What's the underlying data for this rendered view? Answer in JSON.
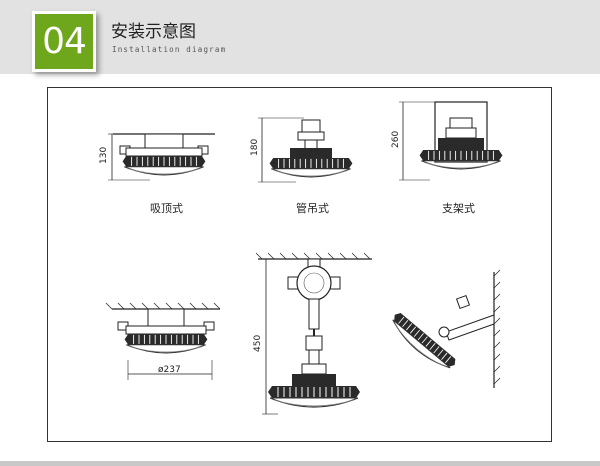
{
  "header": {
    "number": "04",
    "title": "安装示意图",
    "subtitle": "Installation diagram"
  },
  "diagram": {
    "labels": {
      "ceiling": "吸顶式",
      "pipe": "管吊式",
      "bracket": "支架式"
    },
    "dimensions": {
      "ceiling_height": "130",
      "pipe_height": "180",
      "bracket_height": "260",
      "diameter": "ø237",
      "pendant_height": "450"
    }
  }
}
